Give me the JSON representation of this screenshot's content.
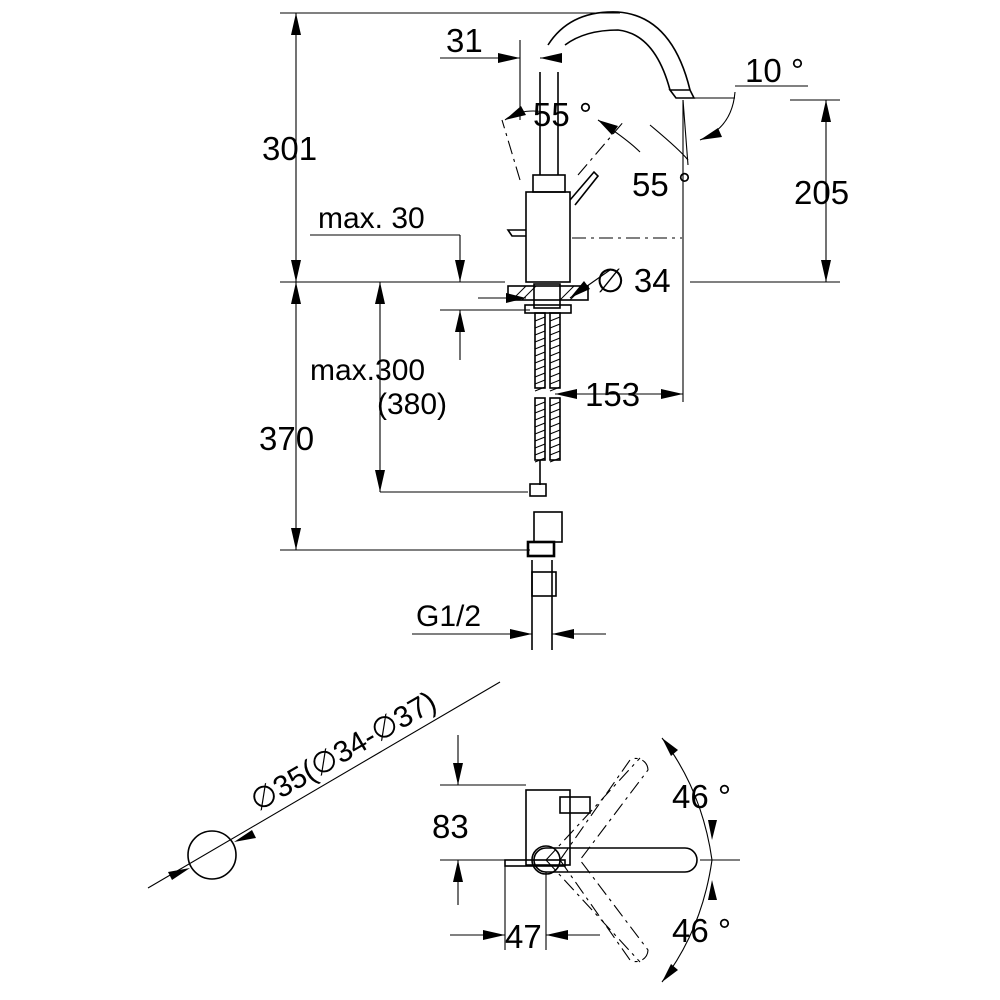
{
  "side_view": {
    "dim_spout_offset": "31",
    "dim_angle_lever_front": "55 °",
    "dim_angle_lever_back": "55 °",
    "dim_angle_spout": "10 °",
    "dim_total_height": "301",
    "dim_spout_height": "205",
    "dim_max_thickness": "max. 30",
    "dim_diameter": "∅ 34",
    "dim_reach": "153",
    "dim_max_length": "max.300",
    "dim_max_length_alt": "(380)",
    "dim_hose_length": "370",
    "dim_thread": "G1/2"
  },
  "bottom_view": {
    "dim_hole": "∅35(∅34-∅37)",
    "dim_depth": "83",
    "dim_width": "47",
    "dim_angle_top": "46 °",
    "dim_angle_bottom": "46 °"
  }
}
